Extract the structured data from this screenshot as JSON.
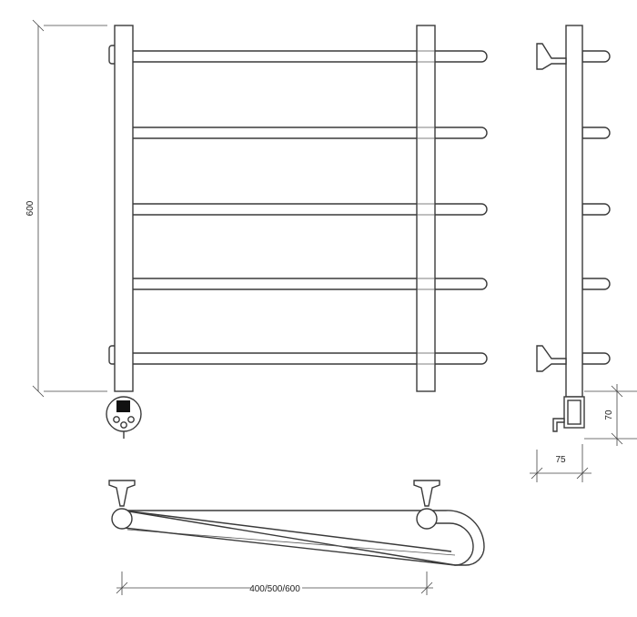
{
  "dimensions": {
    "height": "600",
    "width": "400/500/600",
    "depth": "75",
    "connector": "70"
  },
  "bar_count": 5,
  "colors": {
    "line": "#3a3a3a",
    "control_panel": "#111111",
    "background": "#ffffff"
  }
}
